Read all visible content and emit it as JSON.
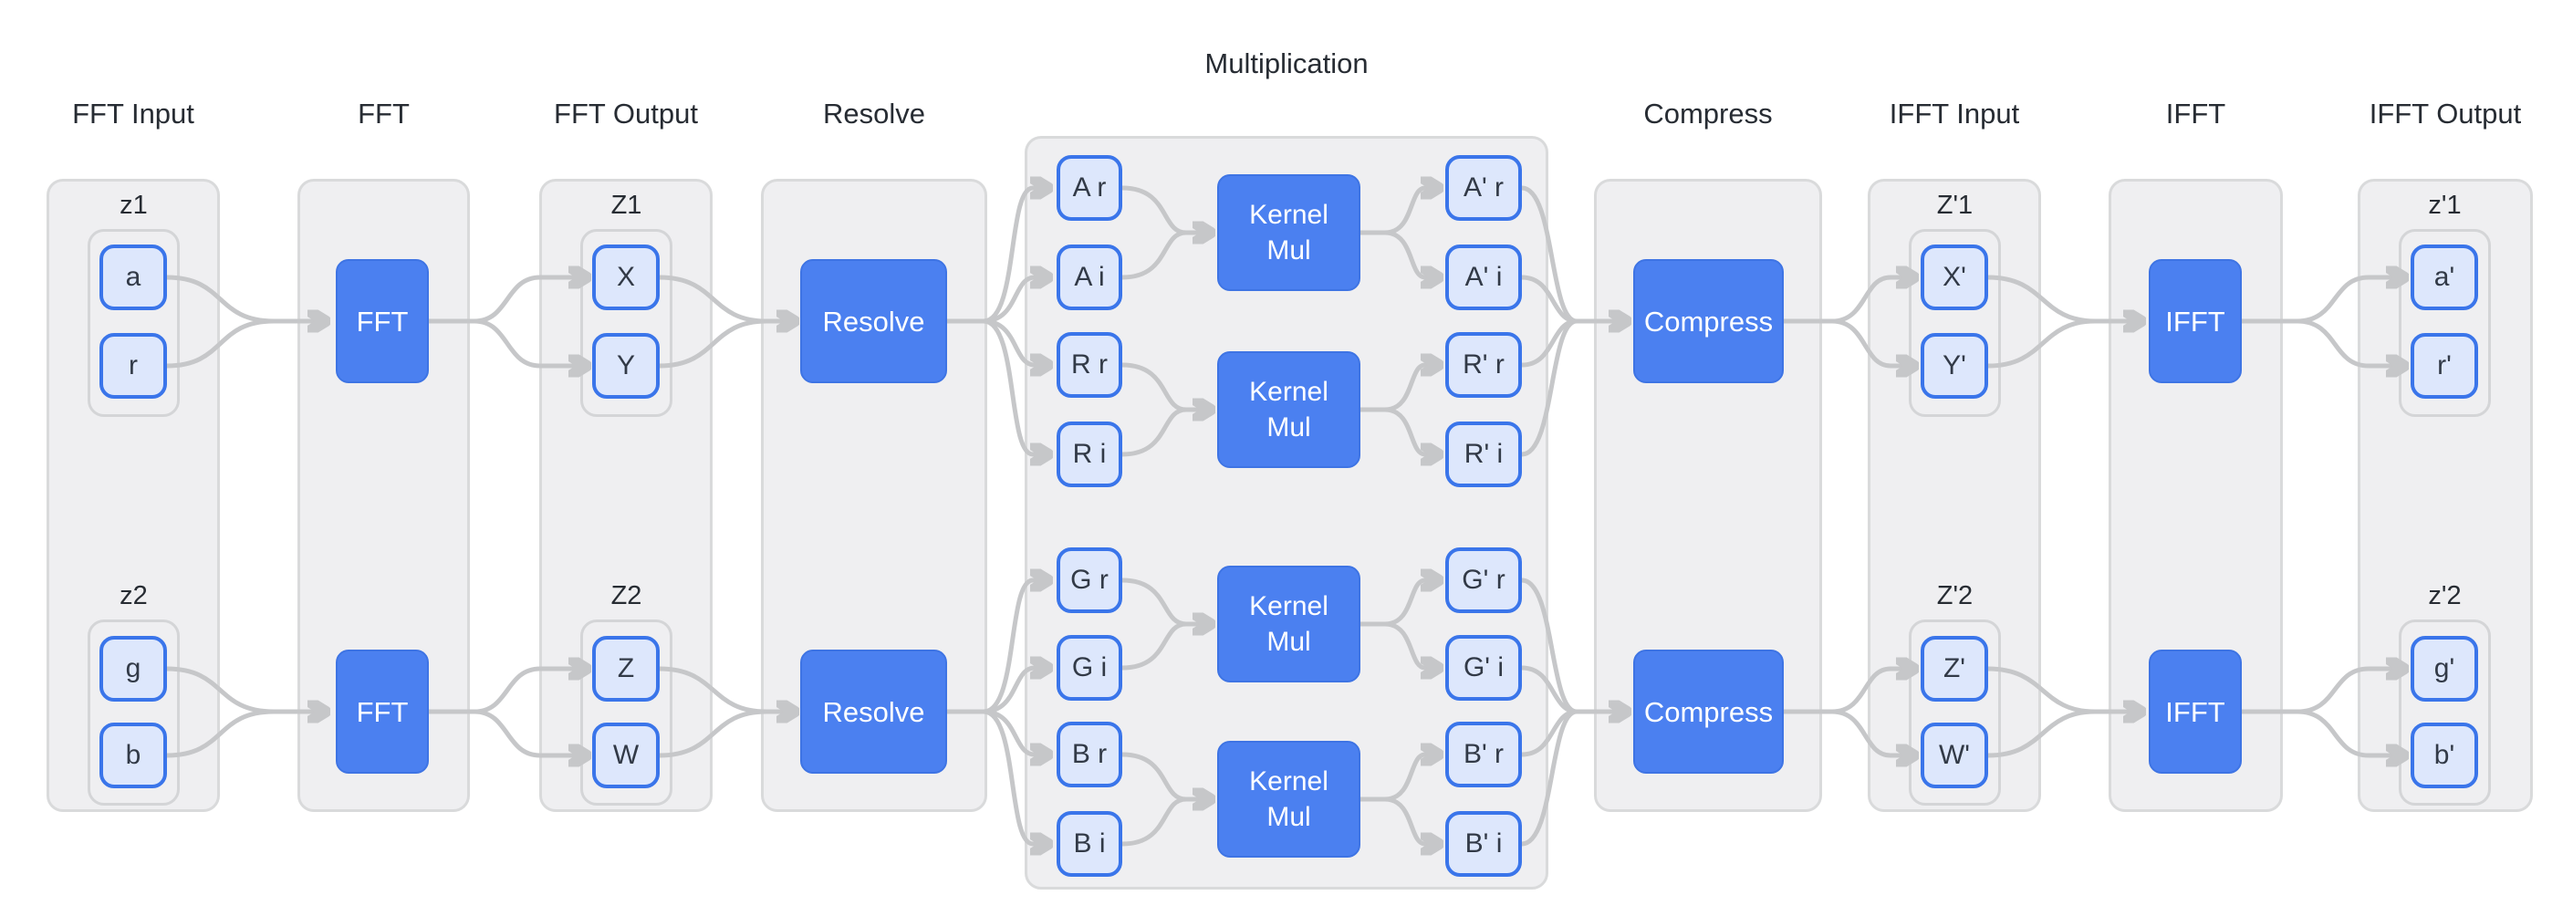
{
  "diagram": {
    "headers": {
      "fft_input": "FFT Input",
      "fft": "FFT",
      "fft_output": "FFT Output",
      "resolve": "Resolve",
      "multiplication": "Multiplication",
      "compress": "Compress",
      "ifft_input": "IFFT Input",
      "ifft": "IFFT",
      "ifft_output": "IFFT Output"
    },
    "group_labels": {
      "z1": "z1",
      "z2": "z2",
      "Z1": "Z1",
      "Z2": "Z2",
      "Zp1": "Z'1",
      "Zp2": "Z'2",
      "zp1": "z'1",
      "zp2": "z'2"
    },
    "node_labels": {
      "a": "a",
      "r": "r",
      "g": "g",
      "b": "b",
      "X": "X",
      "Y": "Y",
      "Z": "Z",
      "W": "W",
      "Ar": "A r",
      "Ai": "A i",
      "Rr": "R r",
      "Ri": "R i",
      "Gr": "G r",
      "Gi": "G i",
      "Br": "B r",
      "Bi": "B i",
      "Apr": "A' r",
      "Api": "A' i",
      "Rpr": "R' r",
      "Rpi": "R' i",
      "Gpr": "G' r",
      "Gpi": "G' i",
      "Bpr": "B' r",
      "Bpi": "B' i",
      "Xp": "X'",
      "Yp": "Y'",
      "Zp": "Z'",
      "Wp": "W'",
      "ap": "a'",
      "rp": "r'",
      "gp": "g'",
      "bp": "b'"
    },
    "block_labels": {
      "fft": "FFT",
      "resolve": "Resolve",
      "kernel_mul": "Kernel\nMul",
      "compress": "Compress",
      "ifft": "IFFT"
    },
    "pipelines": [
      {
        "input_group": "z1 (a, r)",
        "fft_output_group": "Z1 (X, Y)",
        "resolved_components": [
          "A r",
          "A i",
          "R r",
          "R i"
        ],
        "multiplied_components": [
          "A' r",
          "A' i",
          "R' r",
          "R' i"
        ],
        "ifft_input_group": "Z'1 (X', Y')",
        "output_group": "z'1 (a', r')"
      },
      {
        "input_group": "z2 (g, b)",
        "fft_output_group": "Z2 (Z, W)",
        "resolved_components": [
          "G r",
          "G i",
          "B r",
          "B i"
        ],
        "multiplied_components": [
          "G' r",
          "G' i",
          "B' r",
          "B' i"
        ],
        "ifft_input_group": "Z'2 (Z', W')",
        "output_group": "z'2 (g', b')"
      }
    ],
    "colors": {
      "block_fill": "#4b80f0",
      "block_border": "#3e74e4",
      "block_text": "#ffffff",
      "node_fill": "#dde7fc",
      "node_border": "#3a75ea",
      "node_text": "#323a47",
      "container_fill": "#efeff1",
      "container_border": "#d9dadb",
      "edge": "#c6c7c9",
      "header_text": "#272c33"
    }
  }
}
